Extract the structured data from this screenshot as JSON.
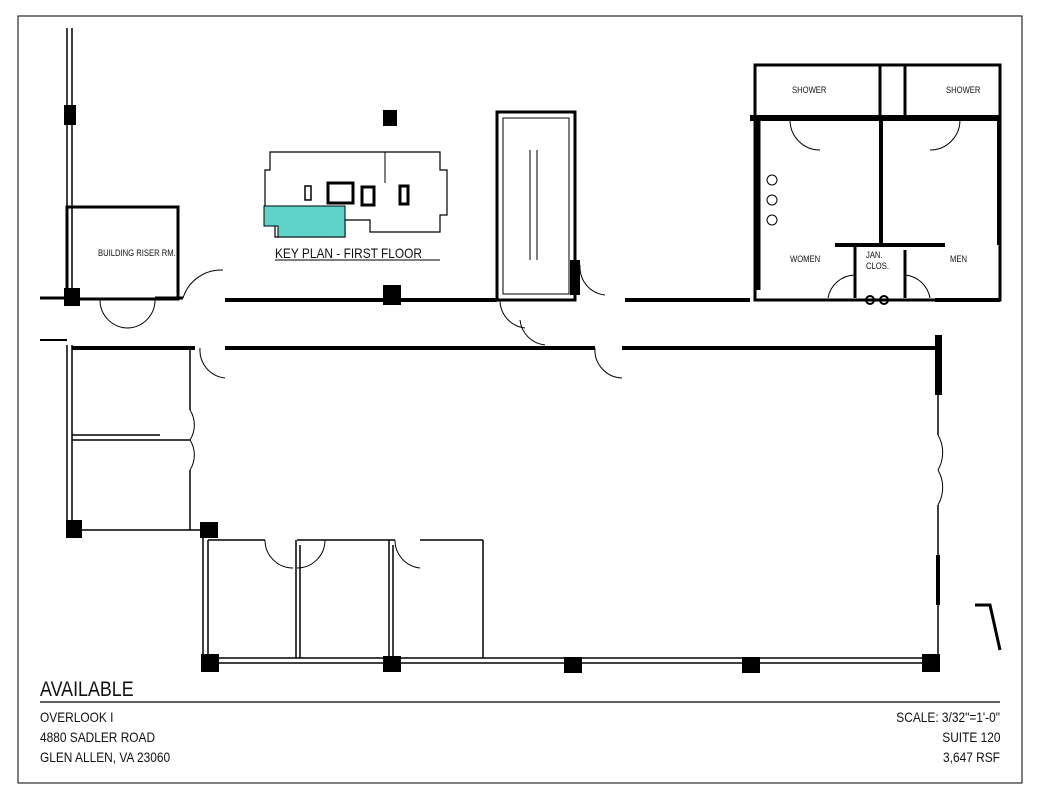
{
  "colors": {
    "key_plan_highlight": "#5fd3c8",
    "walls": "#000000"
  },
  "rooms": {
    "building_riser": "BUILDING RISER RM.",
    "shower_left": "SHOWER",
    "shower_right": "SHOWER",
    "women": "WOMEN",
    "men": "MEN",
    "jan_clos": "JAN. CLOS."
  },
  "key_plan": {
    "label": "KEY PLAN - FIRST FLOOR"
  },
  "title_block": {
    "status": "AVAILABLE",
    "building": "OVERLOOK I",
    "street": "4880 SADLER ROAD",
    "city": "GLEN ALLEN, VA 23060",
    "scale": "SCALE:  3/32\"=1'-0\"",
    "suite": "SUITE 120",
    "area": "3,647 RSF"
  }
}
